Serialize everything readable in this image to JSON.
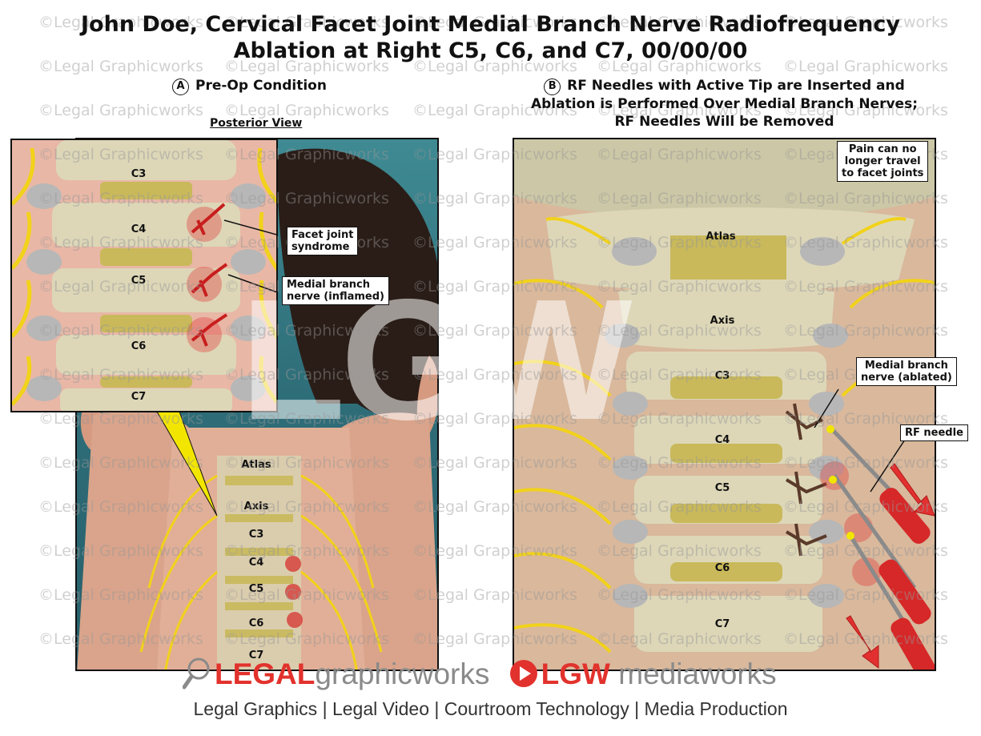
{
  "header": {
    "title_line1": "John Doe, Cervical Facet Joint Medial Branch Nerve Radiofrequency",
    "title_line2": "Ablation at Right C5, C6, and C7, 00/00/00"
  },
  "panel_a": {
    "marker": "A",
    "heading": "Pre-Op Condition",
    "view_label": "Posterior View",
    "vertebrae": [
      "Atlas",
      "Axis",
      "C3",
      "C4",
      "C5",
      "C6",
      "C7"
    ],
    "inset": {
      "vertebrae": [
        "C3",
        "C4",
        "C5",
        "C6",
        "C7"
      ],
      "callout_facet": [
        "Facet joint",
        "syndrome"
      ],
      "callout_nerve": [
        "Medial branch",
        "nerve (inflamed)"
      ]
    }
  },
  "panel_b": {
    "marker": "B",
    "heading_line1": "RF Needles with Active Tip are Inserted and",
    "heading_line2": "Ablation is Performed Over Medial Branch Nerves;",
    "heading_line3": "RF Needles Will be Removed",
    "vertebrae": [
      "Atlas",
      "Axis",
      "C3",
      "C4",
      "C5",
      "C6",
      "C7"
    ],
    "callout_pain": [
      "Pain can no",
      "longer travel",
      "to facet joints"
    ],
    "callout_ablated": [
      "Medial branch",
      "nerve (ablated)"
    ],
    "callout_needle": "RF needle"
  },
  "watermark": {
    "text": "©Legal Graphicworks",
    "logo": "LGW"
  },
  "footer": {
    "brand_legal": "LEGAL",
    "brand_gw": "graphicworks",
    "brand_lgw": "LGW",
    "brand_mw": "mediaworks",
    "tagline": "Legal Graphics | Legal Video | Courtroom Technology | Media Production"
  },
  "colors": {
    "nerve": "#f2d21a",
    "inflamed": "#d62828",
    "bone": "#d8d2b0",
    "disc": "#c9b95a",
    "brand_red": "#e2322d",
    "teal_bg": "#2f6f7a"
  }
}
